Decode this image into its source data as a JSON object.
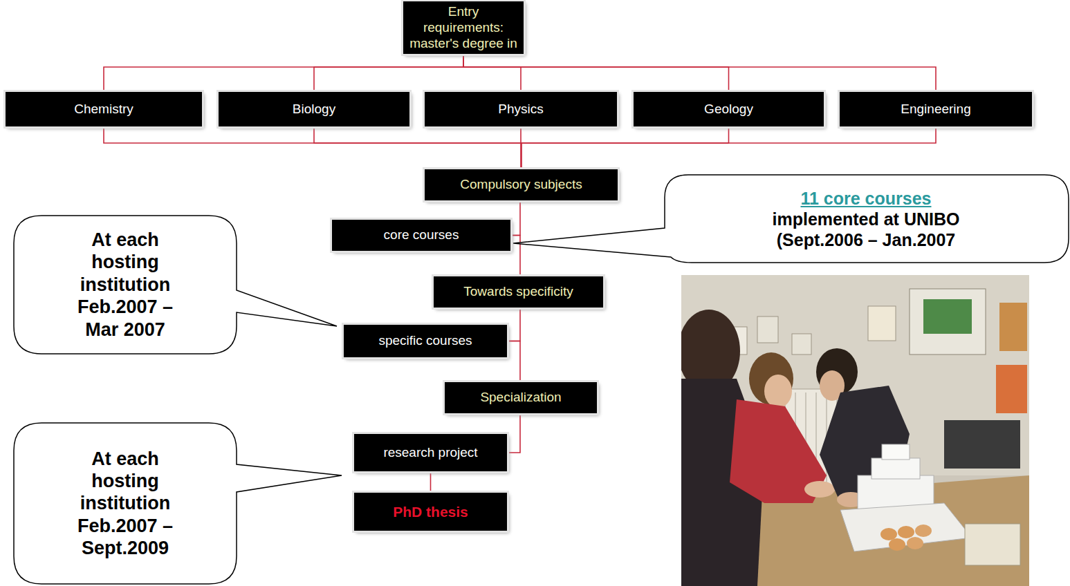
{
  "diagram": {
    "nodes": [
      {
        "text": [
          "Entry requirements: master's degree in"
        ]
      },
      {
        "text": [
          "Chemistry"
        ]
      },
      {
        "text": [
          "Biology"
        ]
      },
      {
        "text": [
          "Physics"
        ]
      },
      {
        "text": [
          "Geology"
        ]
      },
      {
        "text": [
          "Engineering"
        ]
      },
      {
        "text": [
          "Compulsory subjects"
        ]
      },
      {
        "text": [
          "11 core courses",
          "implemented at UNIBO (Sept.2006 – Jan.2007"
        ]
      },
      {
        "text": [
          "core courses"
        ]
      },
      {
        "text": [
          "At each hosting institution Feb.2007 – Mar 2007"
        ]
      },
      {
        "text": [
          "Towards specificity"
        ]
      },
      {
        "text": [
          "specific courses"
        ]
      },
      {
        "text": [
          "Specialization"
        ]
      },
      {
        "text": [
          "At each hosting institution Feb.2007 – Sept.2009"
        ]
      },
      {
        "text": [
          "research project"
        ]
      },
      {
        "text": [
          "PhD thesis"
        ]
      }
    ],
    "edges": [
      {
        "from": 0,
        "to": 1,
        "arrow": "none"
      },
      {
        "from": 0,
        "to": 2,
        "arrow": "none"
      },
      {
        "from": 0,
        "to": 3,
        "arrow": "none"
      },
      {
        "from": 0,
        "to": 4,
        "arrow": "none"
      },
      {
        "from": 0,
        "to": 5,
        "arrow": "none"
      },
      {
        "from": 1,
        "to": 6,
        "arrow": "none"
      },
      {
        "from": 2,
        "to": 6,
        "arrow": "none"
      },
      {
        "from": 3,
        "to": 6,
        "arrow": "none"
      },
      {
        "from": 4,
        "to": 6,
        "arrow": "none"
      },
      {
        "from": 5,
        "to": 6,
        "arrow": "none"
      },
      {
        "from": 6,
        "to": 8,
        "arrow": "none"
      },
      {
        "from": 8,
        "to": 10,
        "arrow": "none"
      },
      {
        "from": 10,
        "to": 11,
        "arrow": "none"
      },
      {
        "from": 11,
        "to": 12,
        "arrow": "none"
      },
      {
        "from": 12,
        "to": 14,
        "arrow": "none"
      },
      {
        "from": 14,
        "to": 15,
        "arrow": "none"
      }
    ]
  }
}
